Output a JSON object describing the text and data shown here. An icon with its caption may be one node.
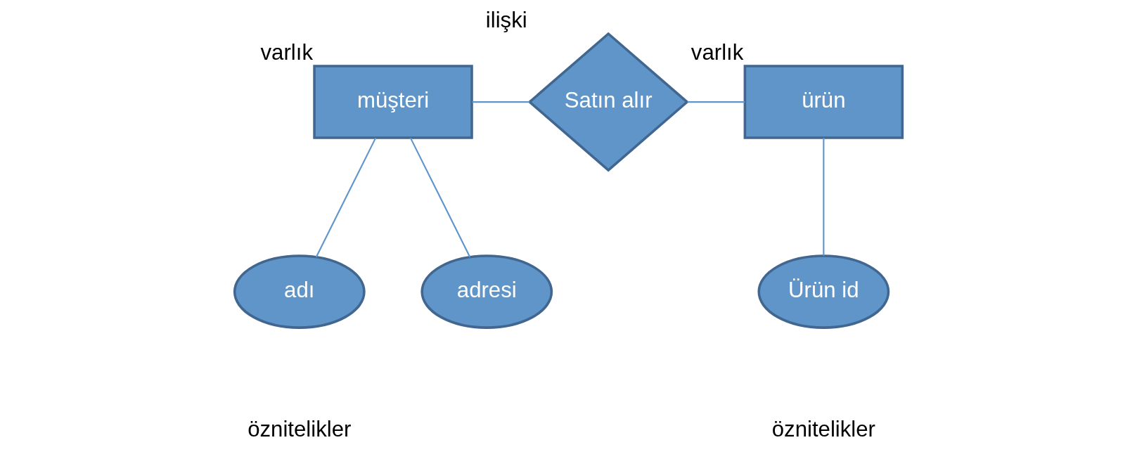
{
  "diagram": {
    "nodes": [
      {
        "text": [
          "müşteri"
        ],
        "beside": [
          "varlık"
        ]
      },
      {
        "text": [
          "Satın alır"
        ],
        "beside": [
          "ilişki"
        ]
      },
      {
        "text": [
          "ürün"
        ],
        "beside": [
          "varlık"
        ]
      },
      {
        "text": [
          "adı"
        ]
      },
      {
        "text": [
          "adresi"
        ]
      },
      {
        "text": [
          "Ürün id"
        ]
      }
    ],
    "edges": [
      {
        "from": 0,
        "to": 1,
        "arrow": "none"
      },
      {
        "from": 1,
        "to": 2,
        "arrow": "none"
      },
      {
        "from": 0,
        "to": 3,
        "arrow": "none"
      },
      {
        "from": 0,
        "to": 4,
        "arrow": "none"
      },
      {
        "from": 2,
        "to": 5,
        "arrow": "none"
      }
    ],
    "labels": [
      "öznitelikler",
      "öznitelikler"
    ]
  }
}
